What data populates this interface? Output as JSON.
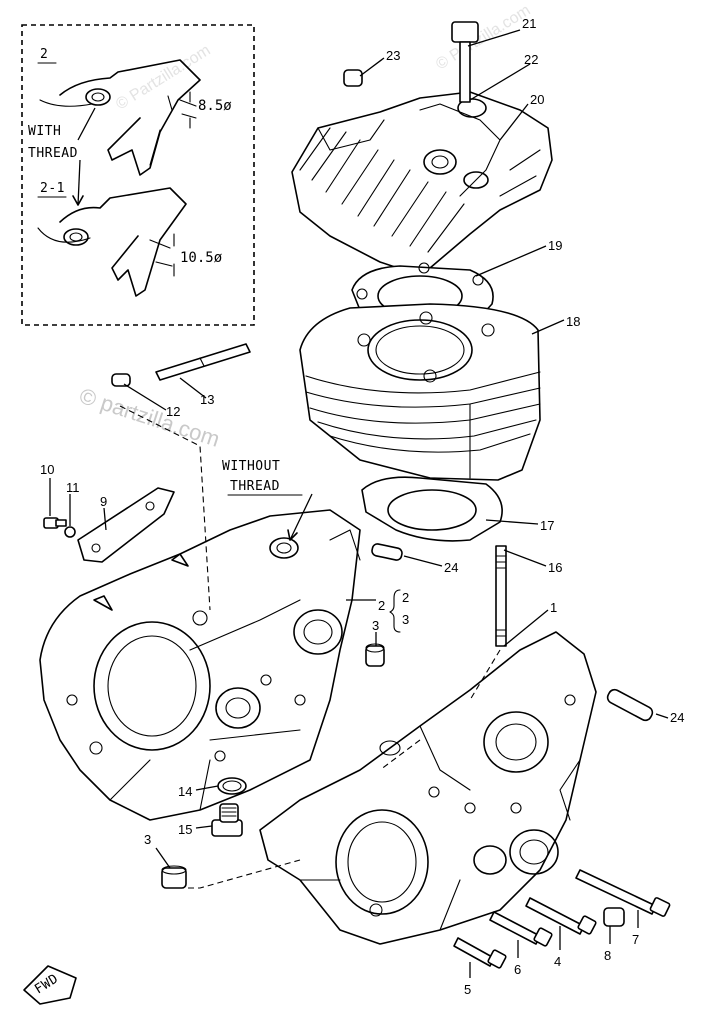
{
  "watermark": {
    "main": "© partzilla.com",
    "faint": "© Partzilla.com"
  },
  "inset": {
    "label_2": "2",
    "label_2_1": "2-1",
    "with_thread_line1": "WITH",
    "with_thread_line2": "THREAD",
    "dim_upper": "8.5ø",
    "dim_lower": "10.5ø"
  },
  "without_thread": {
    "line1": "WITHOUT",
    "line2": "THREAD"
  },
  "brace": {
    "sub_a": "2",
    "sub_b": "3"
  },
  "fwd_label": "FWD",
  "callouts": {
    "c1": "1",
    "c2": "2",
    "c3a": "3",
    "c3b": "3",
    "c5": "5",
    "c6": "6",
    "c4": "4",
    "c8": "8",
    "c7": "7",
    "c9": "9",
    "c10": "10",
    "c11": "11",
    "c12": "12",
    "c13": "13",
    "c14": "14",
    "c15": "15",
    "c16": "16",
    "c17": "17",
    "c18": "18",
    "c19": "19",
    "c20": "20",
    "c21": "21",
    "c22": "22",
    "c23": "23",
    "c24a": "24",
    "c24b": "24"
  }
}
